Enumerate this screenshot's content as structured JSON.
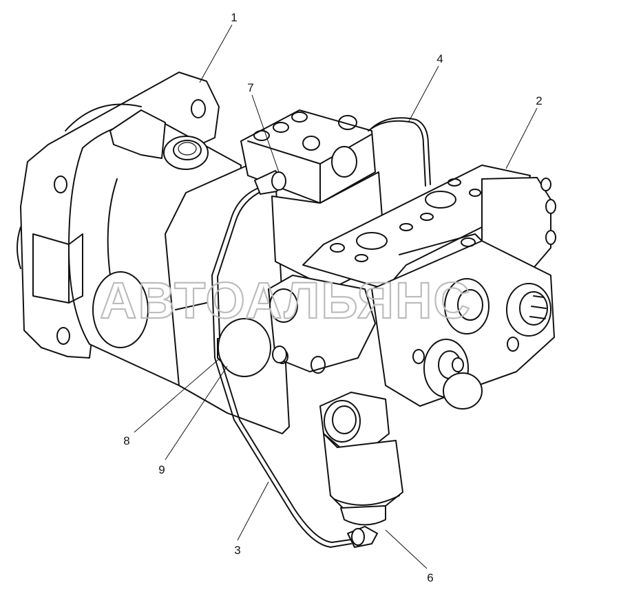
{
  "watermark": "АВТОАЛЬЯНС",
  "callouts": [
    {
      "id": "1",
      "label": "1"
    },
    {
      "id": "2",
      "label": "2"
    },
    {
      "id": "3",
      "label": "3"
    },
    {
      "id": "4",
      "label": "4"
    },
    {
      "id": "6",
      "label": "6"
    },
    {
      "id": "7",
      "label": "7"
    },
    {
      "id": "8",
      "label": "8"
    },
    {
      "id": "9",
      "label": "9"
    }
  ],
  "colors": {
    "line": "#111111",
    "background": "#ffffff",
    "watermark": "#bcbcbc"
  }
}
